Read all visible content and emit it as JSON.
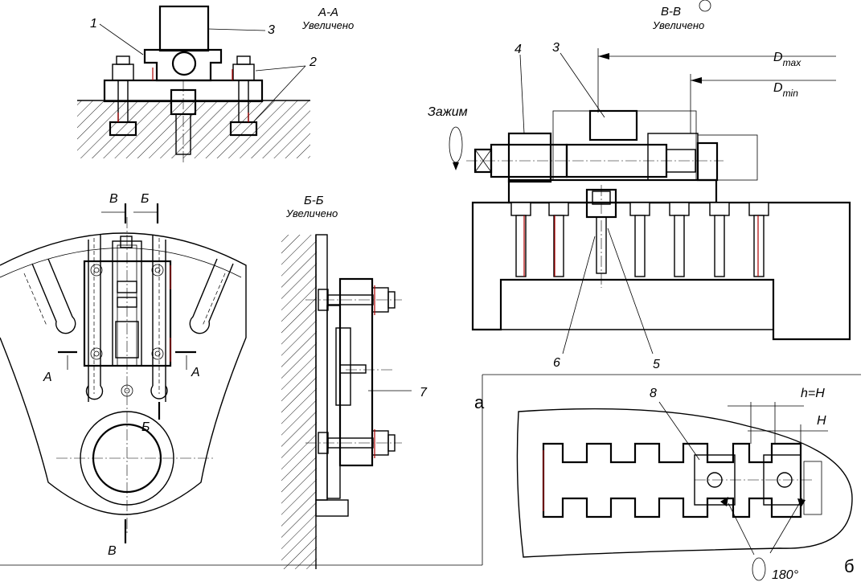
{
  "views": {
    "aa": {
      "title": "A-A",
      "subtitle": "Увеличено"
    },
    "vv": {
      "title": "В-В",
      "subtitle": "Увеличено"
    },
    "bb": {
      "title": "Б-Б",
      "subtitle": "Увеличено"
    }
  },
  "callouts": {
    "c1": "1",
    "c2": "2",
    "c3_aa": "3",
    "c3_vv": "3",
    "c4": "4",
    "c5": "5",
    "c6": "6",
    "c7": "7",
    "c8": "8"
  },
  "dims": {
    "dmax": "D",
    "dmax_sub": "max",
    "dmin": "D",
    "dmin_sub": "min",
    "hH": "h=H",
    "H": "H",
    "angle": "180°"
  },
  "labels": {
    "zazhim": "Зажим",
    "cut_v_top": "В",
    "cut_b_top": "Б",
    "cut_a_left": "А",
    "cut_a_right": "А",
    "cut_b_bottom": "Б",
    "cut_v_bottom": "В",
    "panel_a": "а",
    "panel_b": "б"
  },
  "colors": {
    "line": "#000000",
    "accent": "#b00000",
    "background": "#ffffff"
  }
}
